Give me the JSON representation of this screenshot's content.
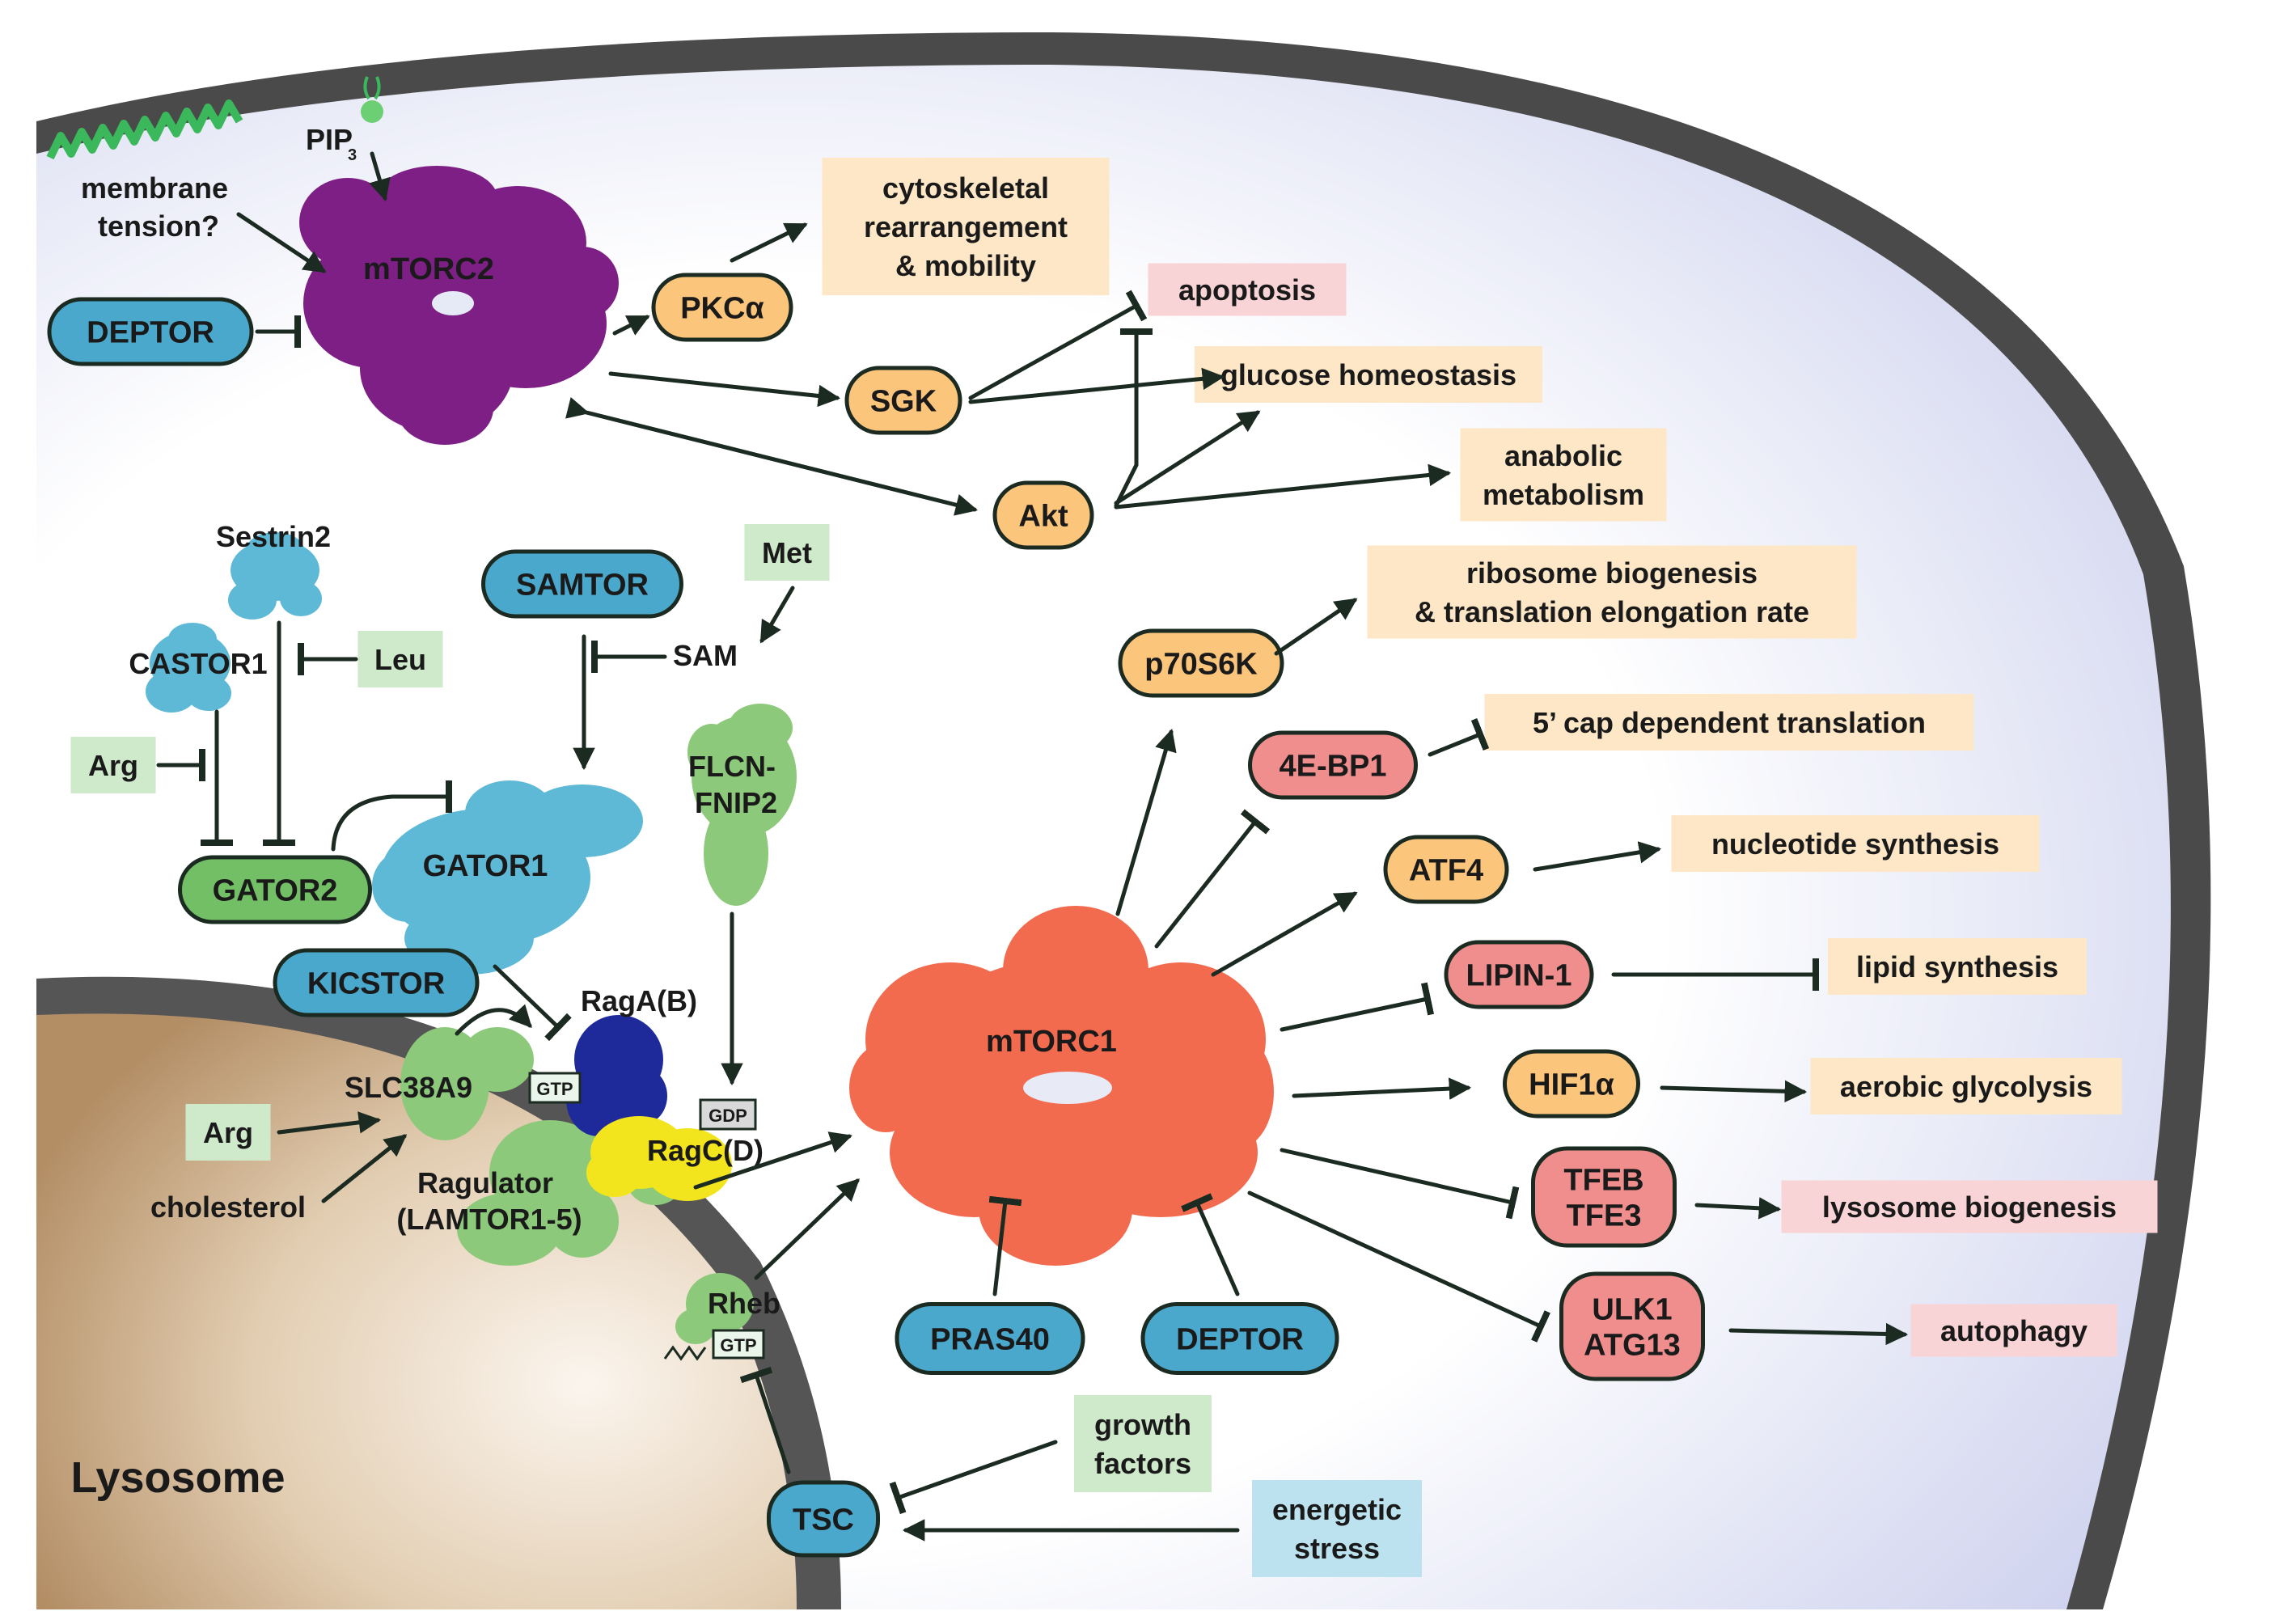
{
  "cell": {
    "lysosome_label": "Lysosome",
    "pip3": "PIP",
    "pip3_sub": "3",
    "membrane_tension": [
      "membrane",
      "tension?"
    ]
  },
  "complexes": {
    "mtorc2": "mTORC2",
    "mtorc1": "mTORC1",
    "gator1": "GATOR1",
    "flcn": [
      "FLCN-",
      "FNIP2"
    ],
    "sestrin2": "Sestrin2",
    "castor1": "CASTOR1",
    "slc38a9": "SLC38A9",
    "ragulator": [
      "Ragulator",
      "(LAMTOR1-5)"
    ],
    "raga": "RagA(B)",
    "ragc": "RagC(D)",
    "rheb": "Rheb",
    "gtp": "GTP",
    "gdp": "GDP",
    "sam": "SAM",
    "cholesterol": "cholesterol"
  },
  "pills": {
    "deptor_top": "DEPTOR",
    "pkca": "PKCα",
    "sgk": "SGK",
    "akt": "Akt",
    "samtor": "SAMTOR",
    "gator2": "GATOR2",
    "kicstor": "KICSTOR",
    "p70s6k": "p70S6K",
    "4ebp1": "4E-BP1",
    "atf4": "ATF4",
    "lipin1": "LIPIN-1",
    "hif1a": "HIF1α",
    "tfeb": [
      "TFEB",
      "TFE3"
    ],
    "ulk1": [
      "ULK1",
      "ATG13"
    ],
    "pras40": "PRAS40",
    "deptor_bottom": "DEPTOR",
    "tsc": "TSC"
  },
  "inputs": {
    "met": "Met",
    "leu": "Leu",
    "arg_top": "Arg",
    "arg_bottom": "Arg",
    "growth": [
      "growth",
      "factors"
    ],
    "energy": [
      "energetic",
      "stress"
    ]
  },
  "outcomes": {
    "cytoskeletal": [
      "cytoskeletal",
      "rearrangement",
      "& mobility"
    ],
    "apoptosis": "apoptosis",
    "glucose": "glucose homeostasis",
    "anabolic": [
      "anabolic",
      "metabolism"
    ],
    "ribosome": [
      "ribosome biogenesis",
      "& translation elongation rate"
    ],
    "cap": "5’ cap dependent translation",
    "nucleotide": "nucleotide synthesis",
    "lipid": "lipid synthesis",
    "glycolysis": "aerobic glycolysis",
    "lysosome": "lysosome biogenesis",
    "autophagy": "autophagy"
  },
  "colors": {
    "membrane": "#4a4a4a",
    "cytoplasm": "#e6e9f6",
    "mtorc2": "#7e1f86",
    "mtorc1": "#f26b4f",
    "cyan_protein": "#5db9d6",
    "green_protein": "#8cc97a",
    "raga": "#1f2a9a",
    "ragc": "#f3e51d",
    "blue_pill": "#4aa8cc",
    "orange_pill": "#fcc57c",
    "red_pill": "#f08e8e",
    "green_pill": "#72bf66",
    "outcome_orange": "#fde7c6",
    "outcome_pink": "#f9d4d6",
    "input_green": "#cfe9cb",
    "input_blue": "#bde2ef"
  }
}
